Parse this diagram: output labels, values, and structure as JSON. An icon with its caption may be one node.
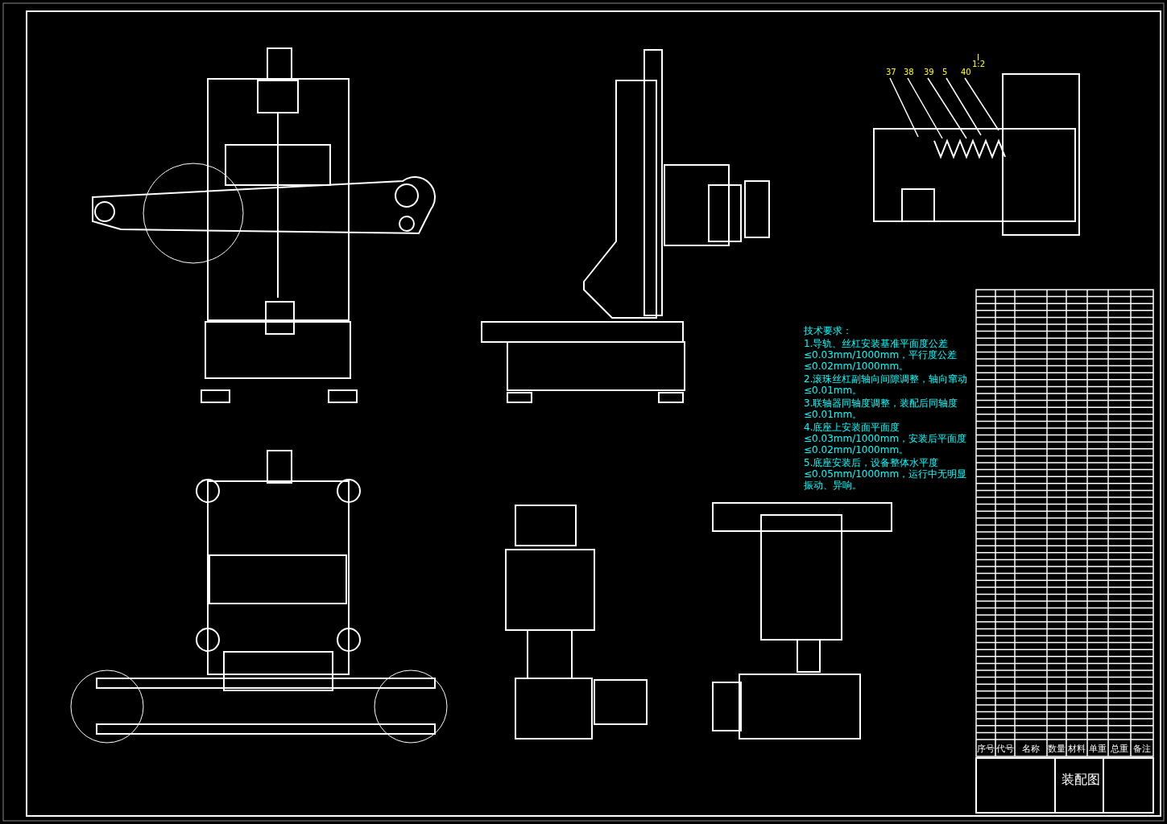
{
  "diagram": {
    "nodes": [
      {
        "text": [
          "37"
        ]
      },
      {
        "text": [
          "38"
        ]
      },
      {
        "text": [
          "39"
        ]
      },
      {
        "text": [
          "5"
        ]
      },
      {
        "text": [
          "40"
        ]
      }
    ],
    "edges": [
      {
        "from": 0,
        "to": null,
        "arrow": "none"
      },
      {
        "from": 1,
        "to": null,
        "arrow": "none"
      },
      {
        "from": 2,
        "to": null,
        "arrow": "none"
      },
      {
        "from": 3,
        "to": null,
        "arrow": "none"
      },
      {
        "from": 4,
        "to": null,
        "arrow": "none"
      }
    ],
    "labels": [
      "I",
      "1:2",
      "技术要求：",
      "1.导轨、丝杠安装基准平面度公差≤0.03mm/1000mm，平行度公差≤0.02mm/1000mm。",
      "2.滚珠丝杠副轴向间隙调整，轴向窜动≤0.01mm。",
      "3.联轴器同轴度调整，装配后同轴度≤0.01mm。",
      "4.底座上安装面平面度≤0.03mm/1000mm，安装后平面度≤0.02mm/1000mm。",
      "5.底座安装后，设备整体水平度≤0.05mm/1000mm，运行中无明显振动、异响。",
      "序号",
      "代号",
      "名称",
      "数量",
      "材料",
      "单重",
      "总重",
      "备注",
      "装配图"
    ]
  }
}
